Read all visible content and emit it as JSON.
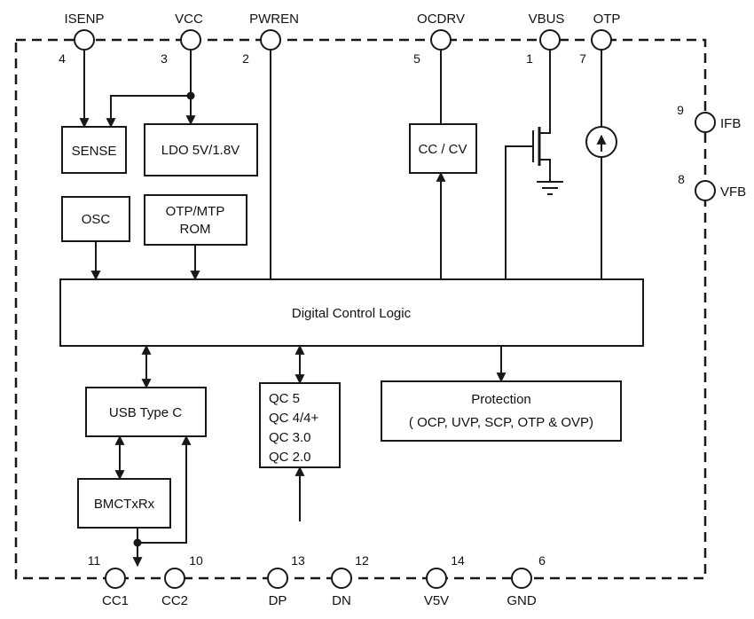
{
  "pins": {
    "top": [
      {
        "label": "ISENP",
        "number": "4"
      },
      {
        "label": "VCC",
        "number": "3"
      },
      {
        "label": "PWREN",
        "number": "2"
      },
      {
        "label": "OCDRV",
        "number": "5"
      },
      {
        "label": "VBUS",
        "number": "1"
      },
      {
        "label": "OTP",
        "number": "7"
      }
    ],
    "right": [
      {
        "label": "IFB",
        "number": "9"
      },
      {
        "label": "VFB",
        "number": "8"
      }
    ],
    "bottom": [
      {
        "label": "CC1",
        "number": "11"
      },
      {
        "label": "CC2",
        "number": "10"
      },
      {
        "label": "DP",
        "number": "13"
      },
      {
        "label": "DN",
        "number": "12"
      },
      {
        "label": "V5V",
        "number": "14"
      },
      {
        "label": "GND",
        "number": "6"
      }
    ]
  },
  "blocks": {
    "sense": {
      "label": "SENSE"
    },
    "ldo": {
      "label": "LDO 5V/1.8V"
    },
    "osc": {
      "label": "OSC"
    },
    "rom": {
      "line1": "OTP/MTP",
      "line2": "ROM"
    },
    "cccv": {
      "label": "CC / CV"
    },
    "dcl": {
      "label": "Digital Control Logic"
    },
    "usb_type_c": {
      "label": "USB Type C"
    },
    "qc": {
      "line1": "QC 5",
      "line2": "QC 4/4+",
      "line3": "QC 3.0",
      "line4": "QC 2.0"
    },
    "protection": {
      "line1": "Protection",
      "line2": "( OCP, UVP, SCP,  OTP & OVP)"
    },
    "bmctxrx": {
      "label": "BMCTxRx"
    }
  },
  "colors": {
    "line": "#181818",
    "text": "#111111",
    "background": "#ffffff"
  }
}
